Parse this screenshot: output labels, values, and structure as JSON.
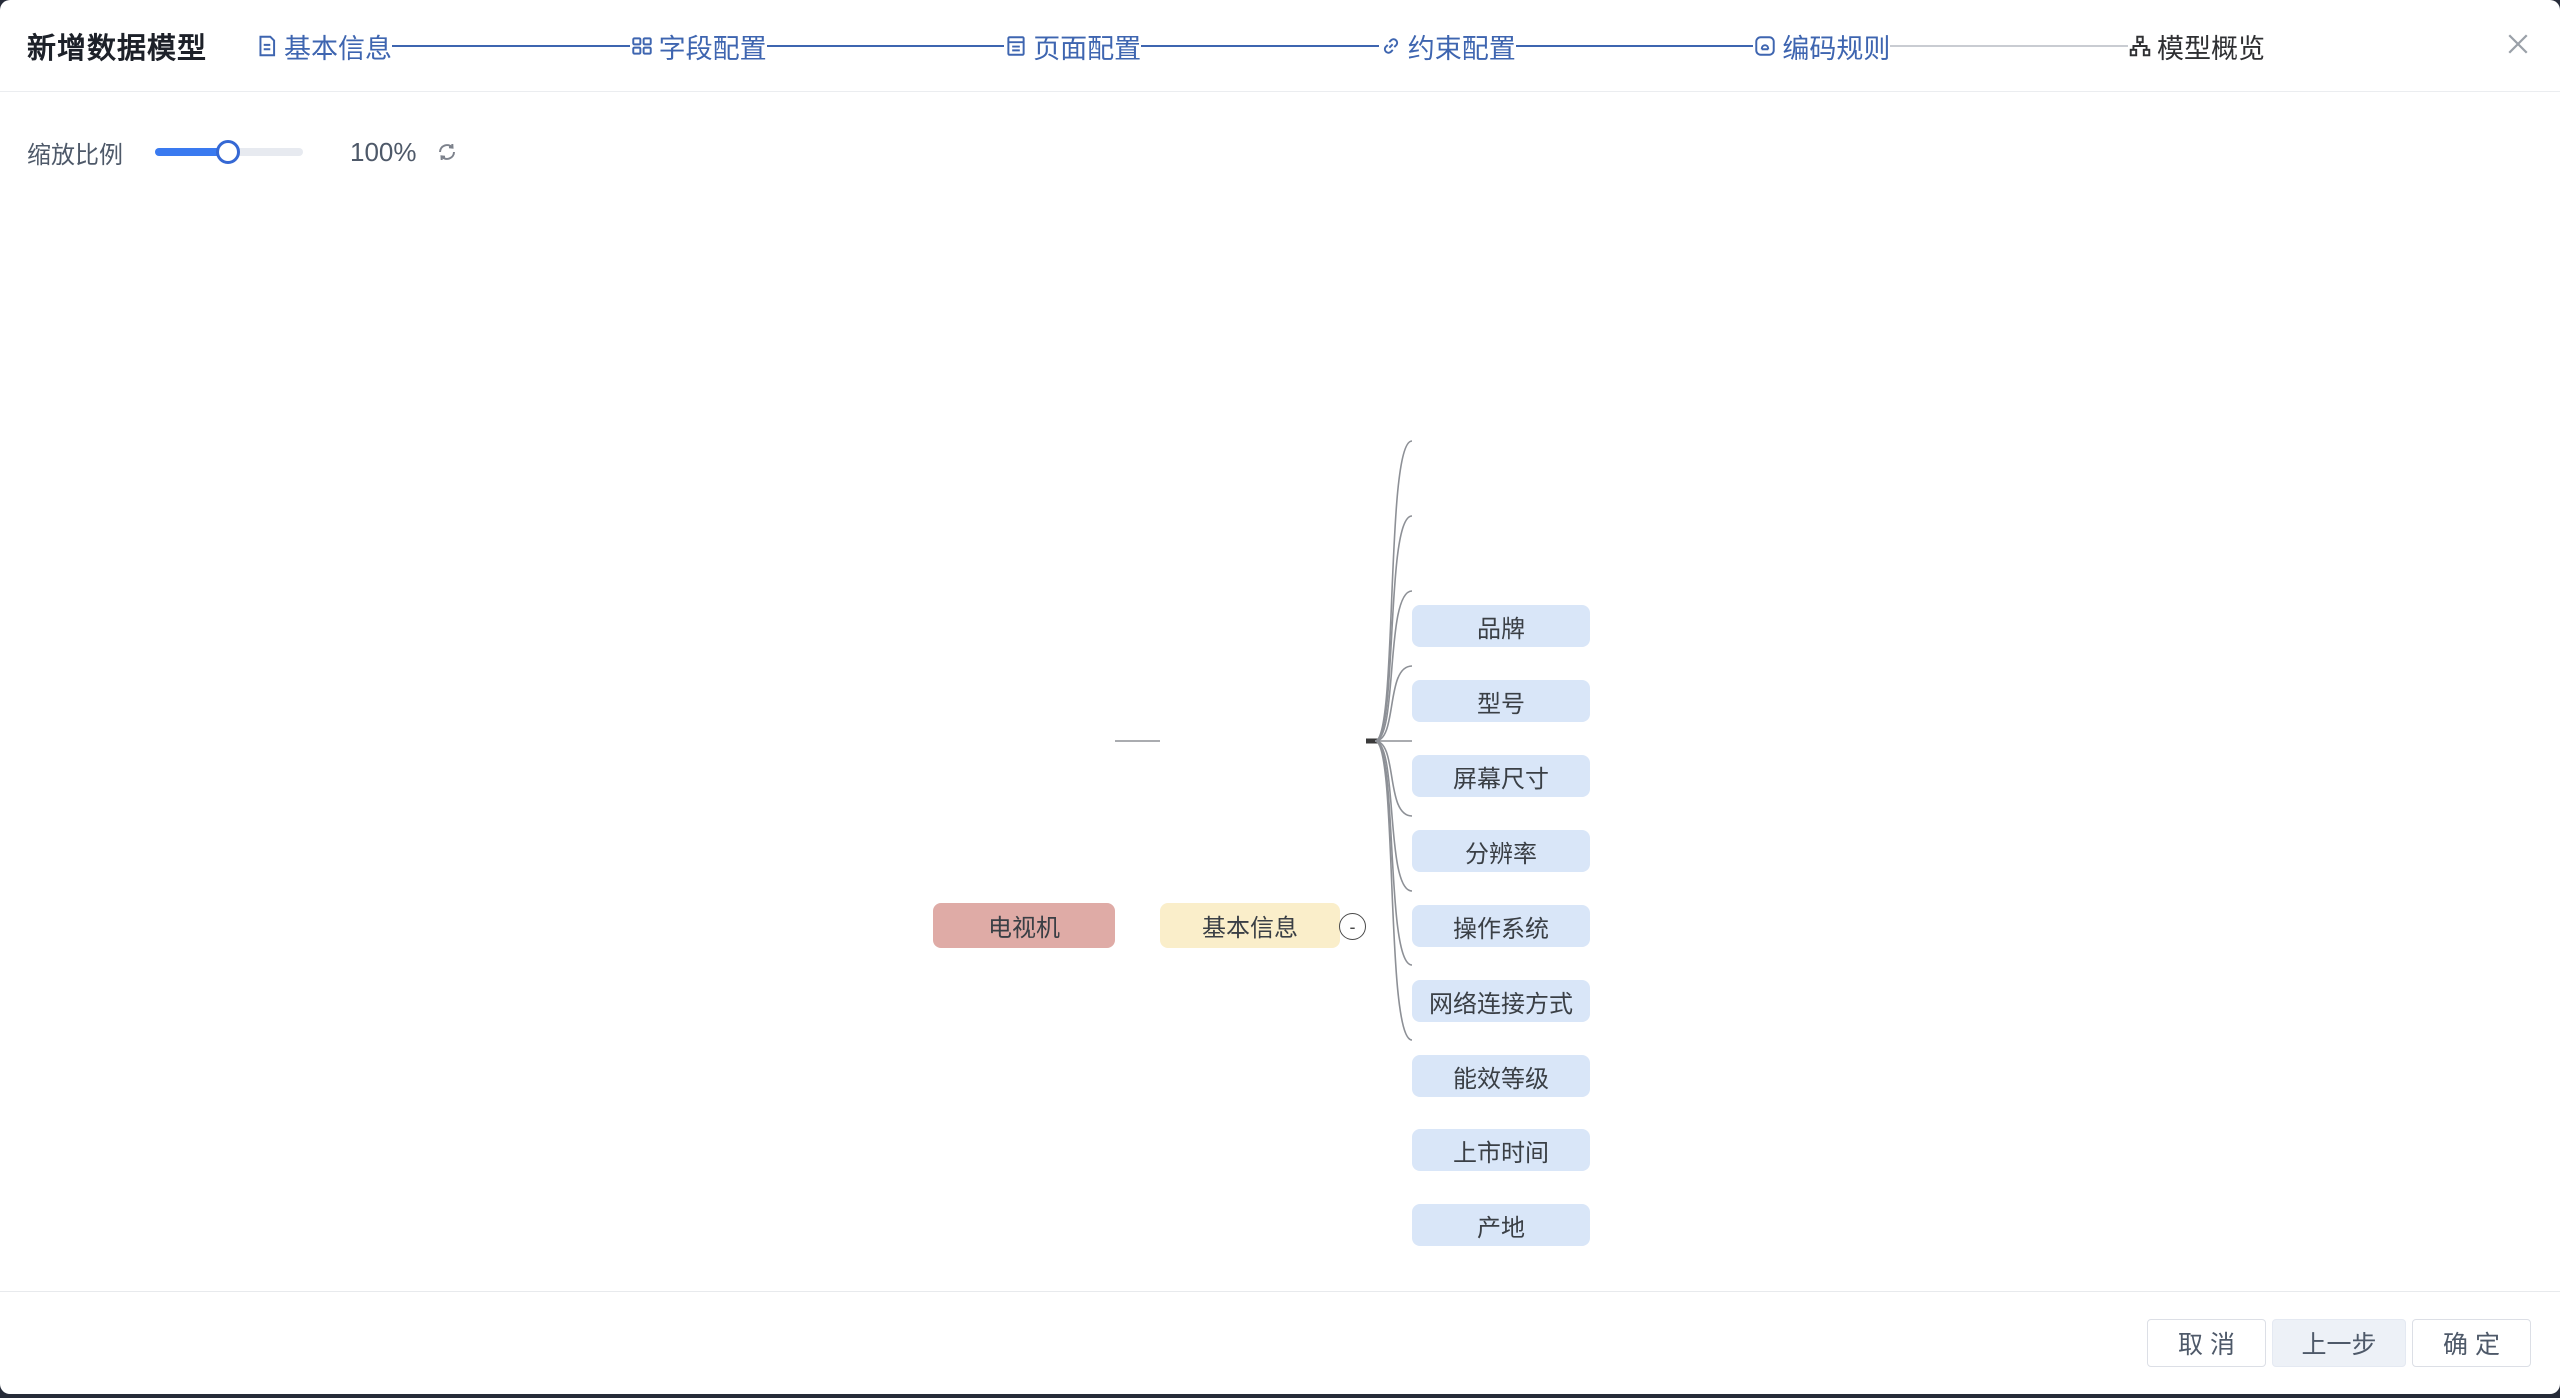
{
  "modal": {
    "title": "新增数据模型",
    "close_icon": "close-x"
  },
  "stepper": {
    "accent_color": "#3e65b0",
    "inactive_connector_color": "#c9ccd2",
    "steps": [
      {
        "label": "基本信息",
        "icon": "document-icon",
        "state": "done"
      },
      {
        "label": "字段配置",
        "icon": "field-grid-icon",
        "state": "done"
      },
      {
        "label": "页面配置",
        "icon": "page-icon",
        "state": "done"
      },
      {
        "label": "约束配置",
        "icon": "link-icon",
        "state": "done"
      },
      {
        "label": "编码规则",
        "icon": "code-rule-icon",
        "state": "done"
      },
      {
        "label": "模型概览",
        "icon": "sitemap-icon",
        "state": "current"
      }
    ]
  },
  "toolbar": {
    "zoom_label": "缩放比例",
    "zoom_value": "100%",
    "slider_percent": 49,
    "slider_fill_color": "#3a7af0",
    "refresh_icon": "refresh-icon"
  },
  "mindmap": {
    "root": {
      "label": "电视机",
      "bg": "#dfaba6"
    },
    "branch": {
      "label": "基本信息",
      "bg": "#faeeca"
    },
    "collapse_glyph": "-",
    "child_bg": "#d9e6f8",
    "children": [
      {
        "label": "品牌"
      },
      {
        "label": "型号"
      },
      {
        "label": "屏幕尺寸"
      },
      {
        "label": "分辨率"
      },
      {
        "label": "操作系统"
      },
      {
        "label": "网络连接方式"
      },
      {
        "label": "能效等级"
      },
      {
        "label": "上市时间"
      },
      {
        "label": "产地"
      }
    ]
  },
  "footer": {
    "cancel_label": "取 消",
    "prev_label": "上一步",
    "confirm_label": "确 定"
  }
}
